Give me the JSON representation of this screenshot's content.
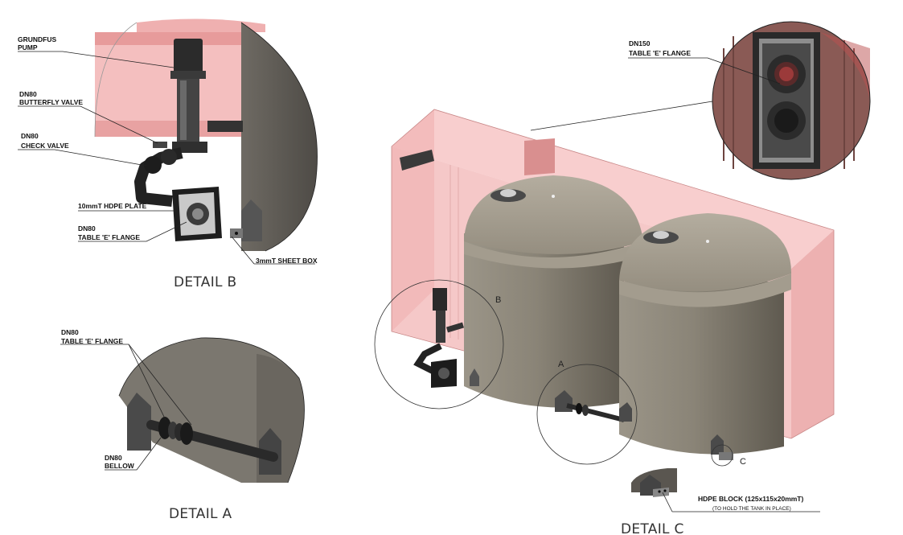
{
  "detail_b": {
    "title": "DETAIL B",
    "labels": {
      "pump_l1": "GRUNDFUS",
      "pump_l2": "PUMP",
      "bfv_l1": "DN80",
      "bfv_l2": "BUTTERFLY VALVE",
      "cv_l1": "DN80",
      "cv_l2": "CHECK VALVE",
      "plate": "10mmT HDPE PLATE",
      "flange_l1": "DN80",
      "flange_l2": "TABLE 'E' FLANGE",
      "box": "3mmT SHEET BOX"
    }
  },
  "detail_a": {
    "title": "DETAIL A",
    "labels": {
      "flange_l1": "DN80",
      "flange_l2": "TABLE 'E' FLANGE",
      "bellow_l1": "DN80",
      "bellow_l2": "BELLOW"
    }
  },
  "detail_c": {
    "title": "DETAIL C",
    "labels": {
      "block": "HDPE BLOCK (125x115x20mmT)",
      "block_note": "(TO HOLD THE TANK IN PLACE)"
    }
  },
  "main": {
    "flange_l1": "DN150",
    "flange_l2": "TABLE 'E' FLANGE",
    "ref_a": "A",
    "ref_b": "B",
    "ref_c": "C"
  }
}
